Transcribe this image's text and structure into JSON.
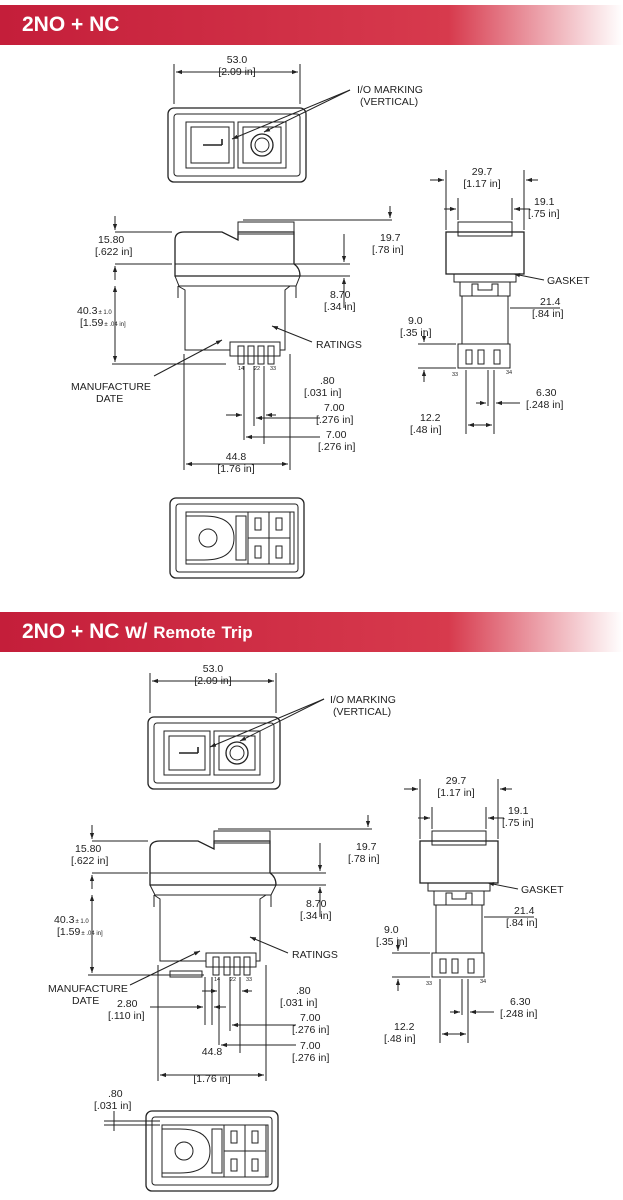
{
  "colors": {
    "banner_start": "#c41e3a",
    "banner_end": "#ffffff",
    "line": "#222222",
    "fill": "#ffffff"
  },
  "sections": [
    {
      "title": "2NO + NC",
      "labels": {
        "width_mm": "53.0",
        "width_in": "[2.09 in]",
        "io_marking_1": "I/O MARKING",
        "io_marking_2": "(VERTICAL)",
        "side_width_mm": "29.7",
        "side_width_in": "[1.17 in]",
        "side_small_mm": "19.1",
        "side_small_in": "[.75 in]",
        "top_h_mm": "15.80",
        "top_h_in": "[.622 in]",
        "top_small_mm": "19.7",
        "top_small_in": "[.78 in]",
        "body_h_mm": "40.3",
        "body_h_tol": "± 1.0",
        "body_h_in": "[1.59",
        "body_h_in_tol": "± .04 in]",
        "flange_mm": "8.70",
        "flange_in": "[.34 in]",
        "gasket": "GASKET",
        "side_body_mm": "21.4",
        "side_body_in": "[.84 in]",
        "term_h_mm": "9.0",
        "term_h_in": "[.35 in]",
        "ratings": "RATINGS",
        "manufacture_1": "MANUFACTURE",
        "manufacture_2": "DATE",
        "term_14": "14",
        "term_22": "22",
        "term_33": "33",
        "term_33b": "33",
        "term_34": "34",
        "pin_w_mm": ".80",
        "pin_w_in": "[.031 in]",
        "pitch1_mm": "7.00",
        "pitch1_in": "[.276 in]",
        "pitch2_mm": "7.00",
        "pitch2_in": "[.276 in]",
        "side_pitch_mm": "6.30",
        "side_pitch_in": "[.248 in]",
        "side_span_mm": "12.2",
        "side_span_in": "[.48 in]",
        "bottom_w_mm": "44.8",
        "bottom_w_in": "[1.76 in]"
      }
    },
    {
      "title_main": "2NO + NC w/ ",
      "title_sc1": "Remote",
      "title_sc2": "Trip",
      "labels": {
        "width_mm": "53.0",
        "width_in": "[2.09 in]",
        "io_marking_1": "I/O MARKING",
        "io_marking_2": "(VERTICAL)",
        "side_width_mm": "29.7",
        "side_width_in": "[1.17 in]",
        "side_small_mm": "19.1",
        "side_small_in": "[.75 in]",
        "top_h_mm": "15.80",
        "top_h_in": "[.622 in]",
        "top_small_mm": "19.7",
        "top_small_in": "[.78 in]",
        "body_h_mm": "40.3",
        "body_h_tol": "± 1.0",
        "body_h_in": "[1.59",
        "body_h_in_tol": "± .04 in]",
        "flange_mm": "8.70",
        "flange_in": "[.34 in]",
        "gasket": "GASKET",
        "side_body_mm": "21.4",
        "side_body_in": "[.84 in]",
        "term_h_mm": "9.0",
        "term_h_in": "[.35 in]",
        "ratings": "RATINGS",
        "manufacture_1": "MANUFACTURE",
        "manufacture_2": "DATE",
        "term_14": "14",
        "term_22": "22",
        "term_33": "33",
        "term_33b": "33",
        "term_34": "34",
        "pin_w_mm": ".80",
        "pin_w_in": "[.031 in]",
        "trip_mm": "2.80",
        "trip_in": "[.110 in]",
        "pitch1_mm": "7.00",
        "pitch1_in": "[.276 in]",
        "pitch2_mm": "7.00",
        "pitch2_in": "[.276 in]",
        "side_pitch_mm": "6.30",
        "side_pitch_in": "[.248 in]",
        "side_span_mm": "12.2",
        "side_span_in": "[.48 in]",
        "bottom_w_mm": "44.8",
        "bottom_w_in": "[1.76 in]",
        "bottom_pin_mm": ".80",
        "bottom_pin_in": "[.031 in]"
      }
    }
  ]
}
